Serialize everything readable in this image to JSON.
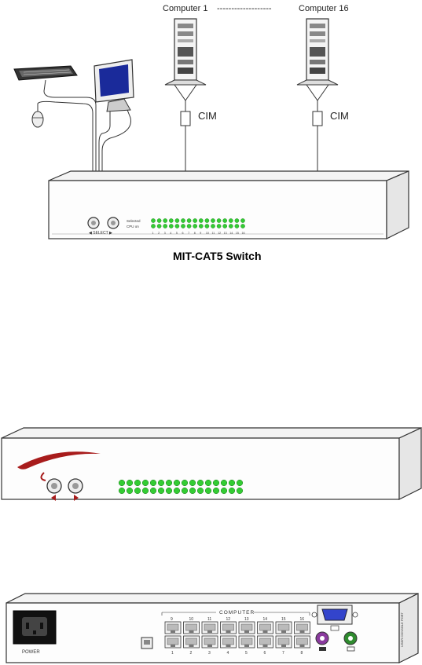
{
  "diagram": {
    "computer_first_label": "Computer 1",
    "computer_last_label": "Computer 16",
    "computer_range_dashes": "-------------------",
    "cim_label": "CIM",
    "switch_title": "MIT-CAT5  Switch",
    "front_indicator_labels": [
      "Selected",
      "CPU on"
    ],
    "front_port_numbers": [
      "1",
      "2",
      "3",
      "4",
      "5",
      "6",
      "7",
      "8",
      "9",
      "10",
      "11",
      "12",
      "13",
      "14",
      "15",
      "16"
    ],
    "front_button_label": "◀ SELECT ▶"
  },
  "rear_panel": {
    "power_label": "POWER",
    "computer_header": "COMPUTER",
    "top_port_numbers": [
      "9",
      "10",
      "11",
      "12",
      "13",
      "14",
      "15",
      "16"
    ],
    "bottom_port_numbers": [
      "1",
      "2",
      "3",
      "4",
      "5",
      "6",
      "7",
      "8"
    ],
    "side_label": "USER CONSOLE PORT"
  },
  "colors": {
    "led_green": "#33cc33",
    "logo_red": "#a81c1c",
    "monitor_blue": "#1a2a9a",
    "kvm_green": "#2e8b2e",
    "kvm_purple": "#8a3a9e",
    "vga_blue": "#3344cc"
  }
}
